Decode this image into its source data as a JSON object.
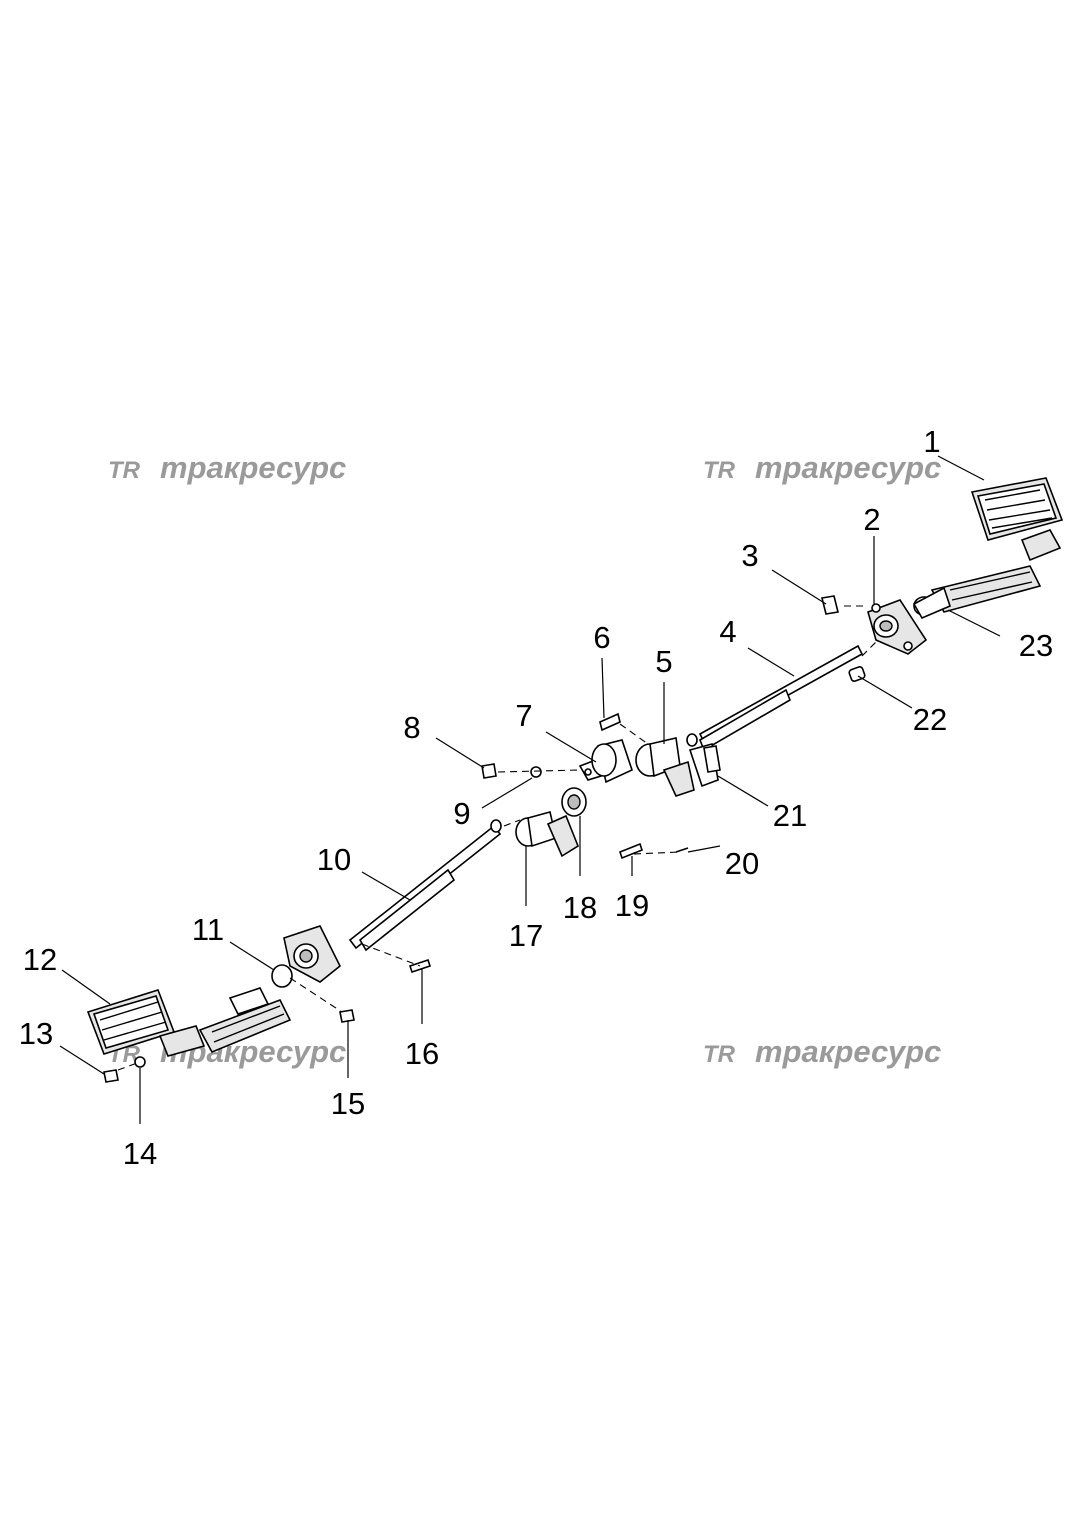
{
  "watermark": {
    "logo": "TR",
    "text": "тракресурс"
  },
  "callouts": {
    "c1": "1",
    "c2": "2",
    "c3": "3",
    "c4": "4",
    "c5": "5",
    "c6": "6",
    "c7": "7",
    "c8": "8",
    "c9": "9",
    "c10": "10",
    "c11": "11",
    "c12": "12",
    "c13": "13",
    "c14": "14",
    "c15": "15",
    "c16": "16",
    "c17": "17",
    "c18": "18",
    "c19": "19",
    "c20": "20",
    "c21": "21",
    "c22": "22",
    "c23": "23"
  }
}
